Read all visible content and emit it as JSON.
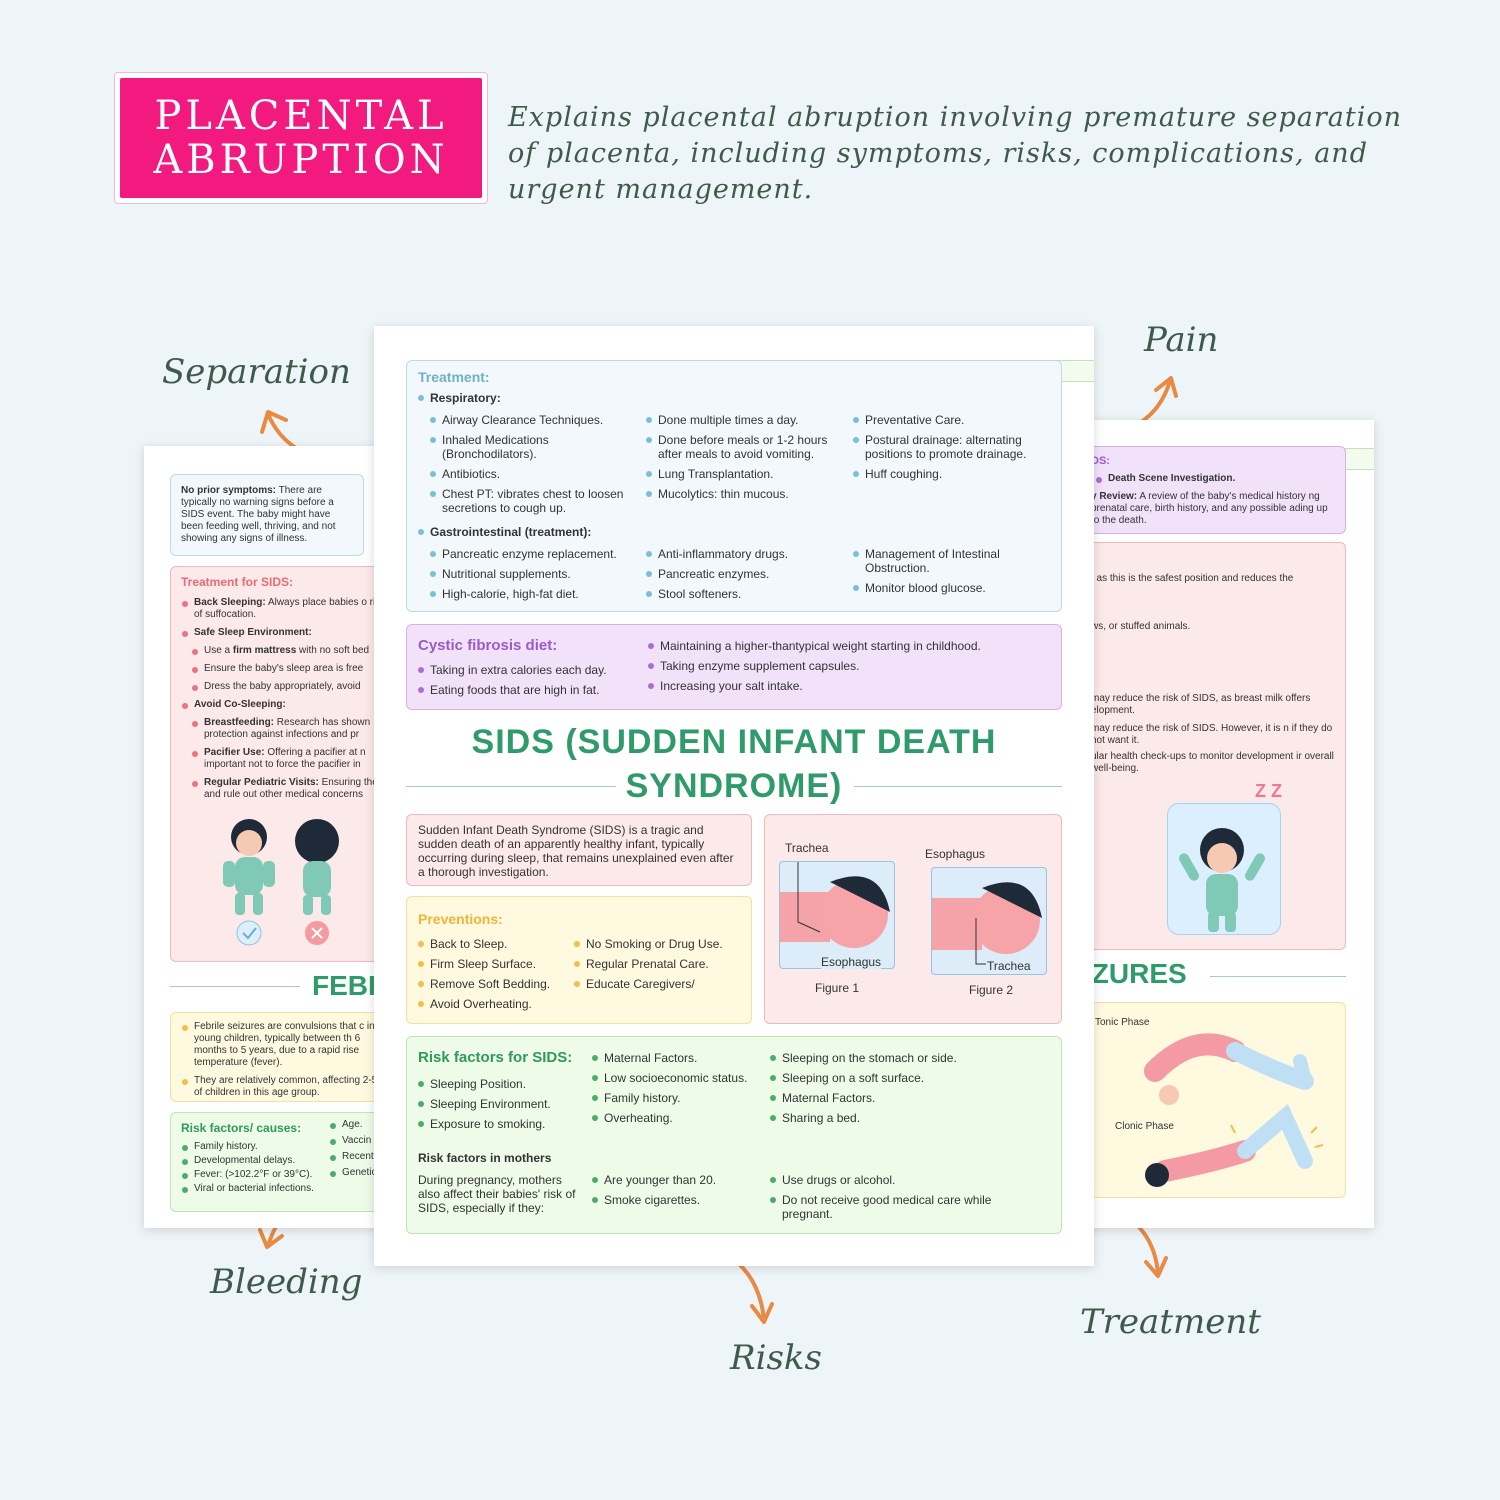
{
  "header": {
    "badge_line1": "PLACENTAL",
    "badge_line2": "ABRUPTION",
    "tagline": "Explains placental abruption involving premature separation of placenta, including symptoms, risks, complications, and urgent management."
  },
  "labels": {
    "separation": "Separation",
    "pain": "Pain",
    "bleeding": "Bleeding",
    "risks": "Risks",
    "treatment": "Treatment"
  },
  "left_page": {
    "prior_title": "No prior symptoms:",
    "prior_text": "There are typically no warning signs before a SIDS event. The baby might have been feeding well, thriving, and not showing any signs of illness.",
    "treatment_title": "Treatment for SIDS:",
    "back_sleeping_b": "Back Sleeping:",
    "back_sleeping_t": "Always place babies o risk of suffocation.",
    "safe_sleep": "Safe Sleep Environment:",
    "firm_pre": "Use a ",
    "firm_b": "firm mattress",
    "firm_post": " with no soft bed",
    "ensure": "Ensure the baby's sleep area is free",
    "dress": "Dress the baby appropriately, avoid",
    "avoid_co": "Avoid Co-Sleeping:",
    "breast_b": "Breastfeeding:",
    "breast_t": "Research has shown protection against infections and pr",
    "pacifier_b": "Pacifier Use:",
    "pacifier_t": "Offering a pacifier at n important not to force the pacifier in",
    "pediatric_b": "Regular Pediatric Visits:",
    "pediatric_t": "Ensuring the and rule out other medical concerns",
    "section_title": "FEBR",
    "febrile_1": "Febrile seizures are convulsions that c in young children, typically between th 6 months to 5 years, due to a rapid rise temperature (fever).",
    "febrile_2": "They are relatively common, affecting 2-5% of children in this age group.",
    "risk_title": "Risk factors/ causes:",
    "risk_items": [
      "Family history.",
      "Developmental delays.",
      "Fever: (>102.2°F or 39°C).",
      "Viral or bacterial infections."
    ],
    "risk_items_2": [
      "Age.",
      "Vaccin",
      "Recent",
      "Genetic"
    ]
  },
  "right_page": {
    "purple_title": "DS:",
    "death_scene": "Death Scene Investigation.",
    "review_b": "y Review:",
    "review_t": "A review of the baby's medical history ng prenatal care, birth history, and any possible ading up to the death.",
    "red_1": ", as this is the safest position and reduces the",
    "red_2": "ws, or stuffed animals.",
    "red_3": "may reduce the risk of SIDS, as breast milk offers elopment.",
    "red_4": "may reduce the risk of SIDS. However, it is n if they do not want it.",
    "red_5": "ular health check-ups to monitor development ir overall well-being.",
    "zz": "Z Z",
    "section_title": "IZURES",
    "tonic": "Tonic Phase",
    "clonic": "Clonic Phase"
  },
  "main_page": {
    "treatment_title": "Treatment:",
    "respiratory": "Respiratory:",
    "resp_col1": [
      "Airway Clearance Techniques.",
      "Inhaled Medications (Bronchodilators).",
      "Antibiotics.",
      "Chest PT: vibrates chest to loosen secretions to cough up."
    ],
    "resp_col2": [
      "Done multiple times a day.",
      "Done before meals or 1-2 hours after meals to avoid vomiting.",
      "Lung Transplantation.",
      "Mucolytics: thin mucous."
    ],
    "resp_col3": [
      "Preventative Care.",
      "Postural drainage: alternating positions to promote drainage.",
      "Huff coughing."
    ],
    "gi": "Gastrointestinal (treatment):",
    "gi_col1": [
      "Pancreatic enzyme replacement.",
      "Nutritional supplements.",
      "High-calorie, high-fat diet."
    ],
    "gi_col2": [
      "Anti-inflammatory drugs.",
      "Pancreatic enzymes.",
      "Stool softeners."
    ],
    "gi_col3": [
      "Management of Intestinal Obstruction.",
      "Monitor blood glucose."
    ],
    "diet_title": "Cystic fibrosis diet:",
    "diet_col1": [
      "Taking in extra calories each day.",
      "Eating foods that are high in fat."
    ],
    "diet_col2": [
      "Maintaining a higher-thantypical weight starting in childhood.",
      "Taking enzyme supplement capsules.",
      "Increasing your salt intake."
    ],
    "title_line1": "SIDS (SUDDEN INFANT DEATH",
    "title_line2": "SYNDROME)",
    "definition": "Sudden Infant Death Syndrome (SIDS) is a tragic and sudden death of an apparently healthy infant, typically occurring during sleep, that remains unexplained even after a thorough investigation.",
    "preventions_title": "Preventions:",
    "prev_col1": [
      "Back to Sleep.",
      "Firm Sleep Surface.",
      "Remove Soft Bedding.",
      "Avoid Overheating."
    ],
    "prev_col2": [
      "No Smoking or Drug Use.",
      "Regular Prenatal Care.",
      "Educate Caregivers/"
    ],
    "fig1_trachea": "Trachea",
    "fig1_esophagus": "Esophagus",
    "fig1_caption": "Figure 1",
    "fig2_esophagus": "Esophagus",
    "fig2_trachea": "Trachea",
    "fig2_caption": "Figure 2",
    "risk_title": "Risk factors for SIDS:",
    "risk_col1": [
      "Sleeping Position.",
      "Sleeping Environment.",
      "Exposure to smoking."
    ],
    "risk_col2": [
      "Maternal Factors.",
      "Low socioeconomic status.",
      "Family history.",
      "Overheating."
    ],
    "risk_col3": [
      "Sleeping on the stomach or side.",
      "Sleeping on a soft surface.",
      "Maternal Factors.",
      "Sharing a bed."
    ],
    "mothers_title": "Risk factors in mothers",
    "mothers_text": "During pregnancy, mothers also affect their babies' risk of SIDS, especially if they:",
    "mothers_col2": [
      "Are younger than 20.",
      "Smoke cigarettes."
    ],
    "mothers_col3": [
      "Use drugs or alcohol.",
      "Do not receive good medical care while pregnant."
    ]
  },
  "colors": {
    "badge": "#f2197f",
    "title_green": "#2f9a6a",
    "arrow": "#e88a44"
  }
}
